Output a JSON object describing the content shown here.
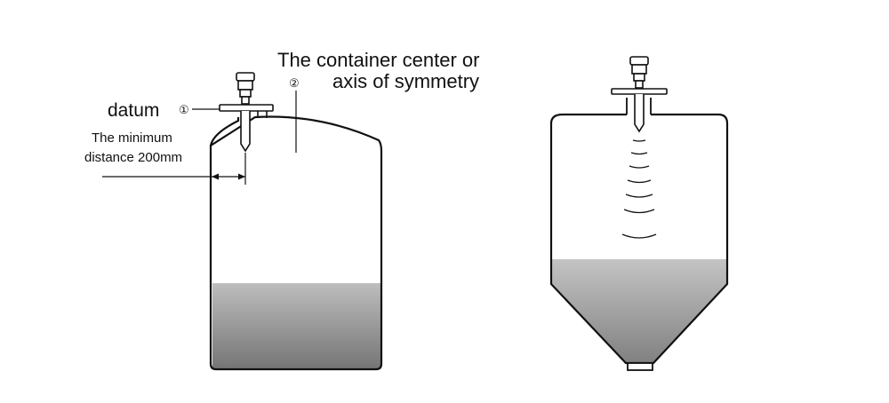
{
  "labels": {
    "datum": "datum",
    "min_distance_line1": "The minimum",
    "min_distance_line2": "distance 200mm",
    "center_line1": "The container center or",
    "center_line2": "axis of symmetry",
    "marker_1": "①",
    "marker_2": "②"
  },
  "colors": {
    "outline": "#111111",
    "liquid_top": "#b9b9b9",
    "liquid_bottom": "#7a7a7a"
  },
  "icons": [
    "radar-level-sensor-icon",
    "radar-level-sensor-icon"
  ]
}
